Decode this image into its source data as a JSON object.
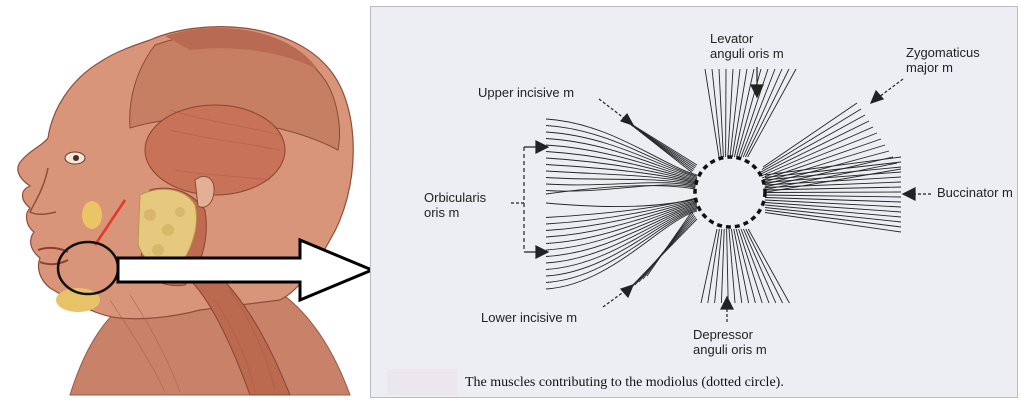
{
  "diagram": {
    "labels": {
      "levator": [
        "Levator",
        "anguli oris m"
      ],
      "zygomaticus": [
        "Zygomaticus",
        "major m"
      ],
      "upper_incisive": "Upper incisive m",
      "orbicularis": [
        "Orbicularis",
        "oris m"
      ],
      "buccinator": "Buccinator m",
      "lower_incisive": "Lower incisive m",
      "depressor": [
        "Depressor",
        "anguli oris m"
      ]
    },
    "caption": "The muscles contributing to the modiolus (dotted circle)."
  }
}
